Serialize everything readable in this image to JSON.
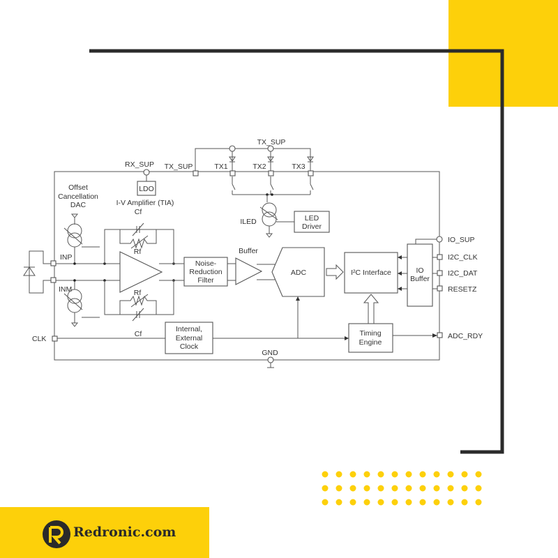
{
  "brand": {
    "name": "Redronic.com",
    "accent": "#FDD00A",
    "frame_color": "#2b2b2b"
  },
  "diagram": {
    "pins": {
      "rx_sup": "RX_SUP",
      "tx_sup": "TX_SUP",
      "tx_sup_top": "TX_SUP",
      "tx1": "TX1",
      "tx2": "TX2",
      "tx3": "TX3",
      "inp": "INP",
      "inm": "INM",
      "clk": "CLK",
      "gnd": "GND",
      "io_sup": "IO_SUP",
      "i2c_clk": "I2C_CLK",
      "i2c_dat": "I2C_DAT",
      "resetz": "RESETZ",
      "adc_rdy": "ADC_RDY"
    },
    "blocks": {
      "ldo": "LDO",
      "dac": [
        "Offset",
        "Cancellation",
        "DAC"
      ],
      "tia": "I-V Amplifier (TIA)",
      "cf": "Cf",
      "rf": "Rf",
      "iled": "ILED",
      "led_driver": [
        "LED",
        "Driver"
      ],
      "filter": [
        "Noise-",
        "Reduction",
        "Filter"
      ],
      "buffer": "Buffer",
      "adc": "ADC",
      "i2c": "I²C Interface",
      "io_buffer": [
        "IO",
        "Buffer"
      ],
      "clock": [
        "Internal,",
        "External",
        "Clock"
      ],
      "timing": [
        "Timing",
        "Engine"
      ]
    }
  }
}
